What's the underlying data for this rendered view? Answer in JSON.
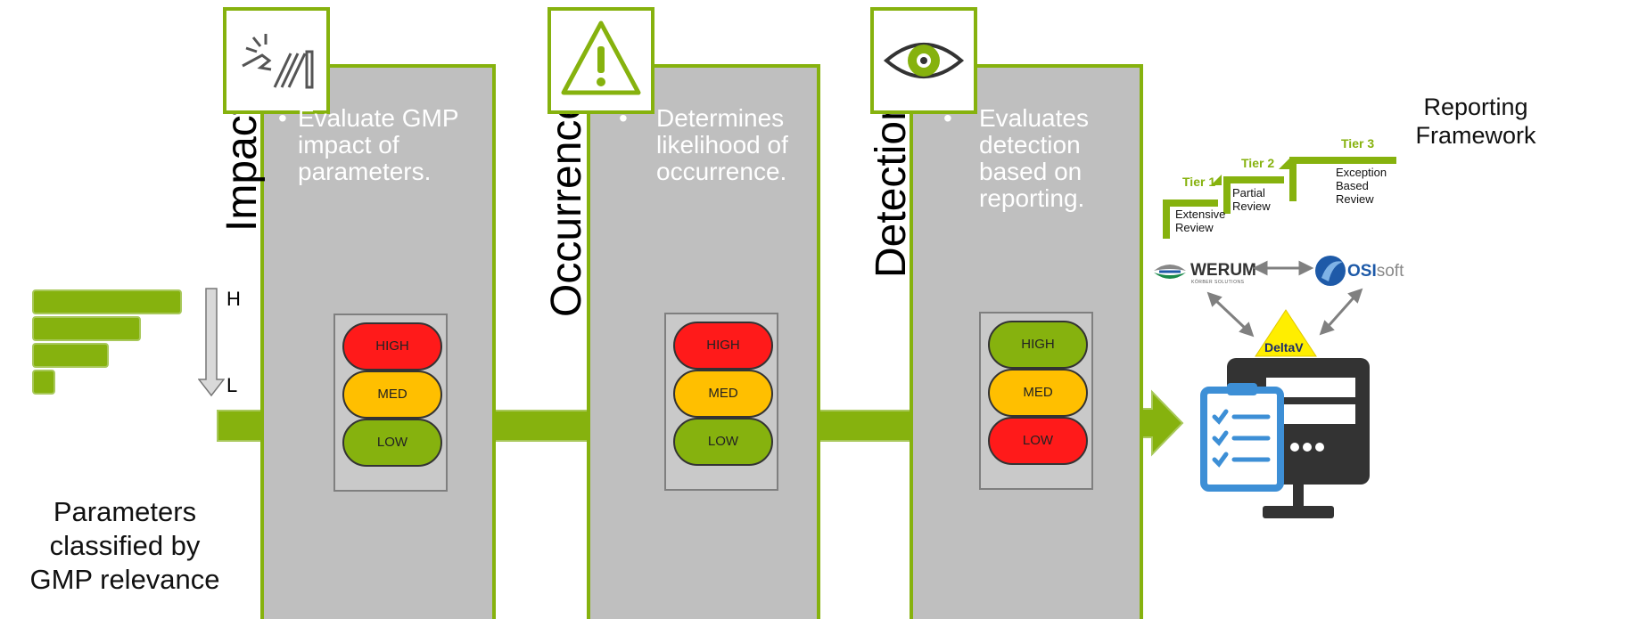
{
  "left": {
    "scale_high": "H",
    "scale_low": "L",
    "caption": [
      "Parameters",
      "classified by",
      "GMP relevance"
    ]
  },
  "stages": [
    {
      "label": "Impact",
      "bullet": "•",
      "text": [
        "Evaluate GMP",
        "impact of",
        "parameters."
      ],
      "icon": "broken-hand-icon",
      "levels": [
        "HIGH",
        "MED",
        "LOW"
      ],
      "level_colors": [
        "#ff1a1a",
        "#ffbf00",
        "#86b20e"
      ]
    },
    {
      "label": "Occurrence",
      "bullet": "•",
      "text": [
        "Determines",
        "likelihood of",
        "occurrence."
      ],
      "icon": "warning-icon",
      "levels": [
        "HIGH",
        "MED",
        "LOW"
      ],
      "level_colors": [
        "#ff1a1a",
        "#ffbf00",
        "#86b20e"
      ]
    },
    {
      "label": "Detection",
      "bullet": "•",
      "text": [
        "Evaluates",
        "detection",
        "based on",
        "reporting."
      ],
      "icon": "eye-icon",
      "levels": [
        "HIGH",
        "MED",
        "LOW"
      ],
      "level_colors": [
        "#86b20e",
        "#ffbf00",
        "#ff1a1a"
      ]
    }
  ],
  "reporting": {
    "title": [
      "Reporting",
      "Framework"
    ],
    "tiers": [
      {
        "label": "Tier 1",
        "text": [
          "Extensive",
          "Review"
        ]
      },
      {
        "label": "Tier 2",
        "text": [
          "Partial",
          "Review"
        ]
      },
      {
        "label": "Tier 3",
        "text": [
          "Exception",
          "Based",
          "Review"
        ]
      }
    ],
    "systems": {
      "werum": "WERUM",
      "werum_sub": "KÖRBER SOLUTIONS",
      "osi_bold": "OSI",
      "osi_rest": "soft",
      "deltav": "DeltaV"
    }
  },
  "colors": {
    "accent": "#86b20e",
    "panel": "#bfbfbf",
    "blue": "#3d8fd6"
  }
}
